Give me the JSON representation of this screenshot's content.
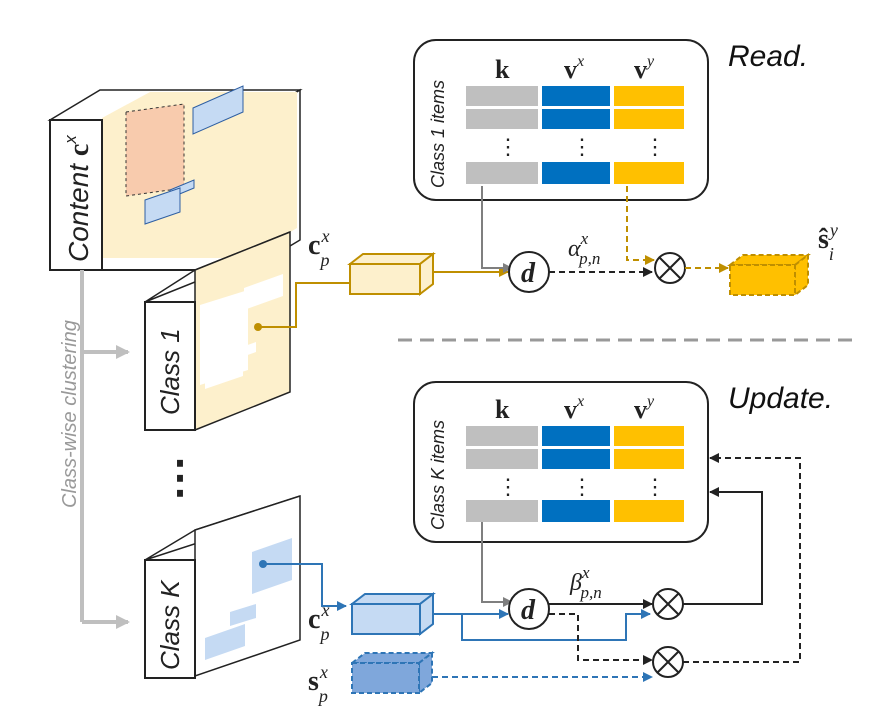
{
  "headings": {
    "read": "Read.",
    "update": "Update."
  },
  "memory_read": {
    "group_label": "Class 1 items",
    "col_k": "k",
    "col_vx_base": "v",
    "col_vx_sup": "x",
    "col_vy_base": "v",
    "col_vy_sup": "y",
    "ellipsis": "⋮"
  },
  "memory_update": {
    "group_label": "Class K items",
    "col_k": "k",
    "col_vx_base": "v",
    "col_vx_sup": "x",
    "col_vy_base": "v",
    "col_vy_sup": "y",
    "ellipsis": "⋮"
  },
  "content_block": {
    "label_base": "Content ",
    "label_bold": "c",
    "label_sup": "x"
  },
  "class_blocks": {
    "class1": "Class 1",
    "classk": "Class K",
    "dots": "⋮"
  },
  "clustering_label": "Class-wise clustering",
  "symbols": {
    "distance": "d",
    "cpx_base": "c",
    "cpx_sup": "x",
    "cpx_sub": "p",
    "spx_base": "s",
    "spx_sup": "x",
    "spx_sub": "p",
    "shat_base": "ŝ",
    "shat_sup": "y",
    "shat_sub": "i",
    "alpha_base": "α",
    "alpha_sup": "x",
    "alpha_sub": "p,n",
    "beta_base": "β",
    "beta_sup": "x",
    "beta_sub": "p,n",
    "multiply": "⊗"
  },
  "colors": {
    "key_gray": "#bfbfbf",
    "value_x_blue": "#0070c0",
    "value_y_gold": "#ffc000",
    "content_fill": "#fdf0cc",
    "path_gold": "#bf8f00",
    "path_blue": "#2e75b6",
    "box_blue": "#c5daf3",
    "box_gold": "#ffd966",
    "arrow_gray": "#bfbfbf"
  }
}
